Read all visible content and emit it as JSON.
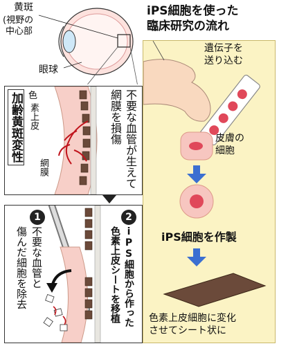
{
  "title_lines": [
    "iPS細胞を使った",
    "臨床研究の流れ"
  ],
  "eye": {
    "macula_label": "黄斑",
    "macula_sub": [
      "(視野の",
      "中心部"
    ],
    "eyeball_label": "眼球"
  },
  "disease": {
    "title": "加齢黄斑変性",
    "pigment_label": [
      "色",
      "素上皮"
    ],
    "retina_label": "網膜",
    "description": "不要な血管が生えて網膜を損傷"
  },
  "flow": {
    "gene_label": [
      "遺伝子を",
      "送り込む"
    ],
    "skin_label": [
      "皮膚の",
      "細胞"
    ],
    "ips_label": "iPS細胞を作製",
    "sheet_label": [
      "色素上皮細胞に変化",
      "させてシート状に"
    ]
  },
  "step1": {
    "num": "1",
    "text_cols": [
      "不要な血管と",
      "傷んだ細胞を除去"
    ]
  },
  "step2": {
    "num": "2",
    "text_cols": [
      "iPS細胞から作った",
      "色素上皮シートを移植"
    ]
  },
  "colors": {
    "blue_arrow": "#3b6fd1",
    "panel": "#fbf3c4",
    "vessel": "#c0141c",
    "pink": "#f4b6b6"
  }
}
